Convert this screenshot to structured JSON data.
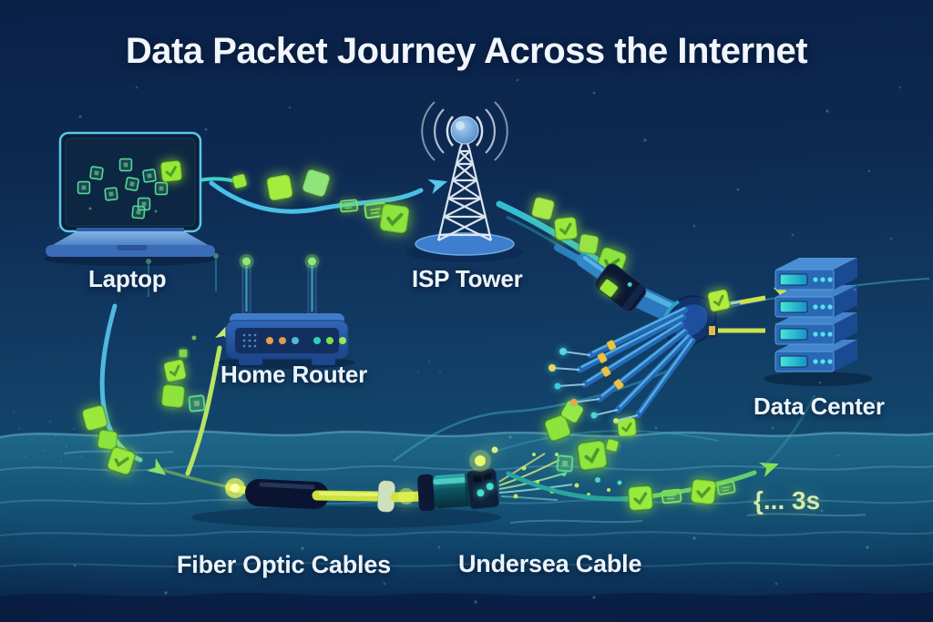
{
  "title": "Data Packet Journey Across the Internet",
  "labels": {
    "laptop": "Laptop",
    "isp_tower": "ISP Tower",
    "home_router": "Home Router",
    "data_center": "Data Center",
    "fiber_optic_cables": "Fiber Optic Cables",
    "undersea_cable": "Undersea Cable"
  },
  "annotations": {
    "latency": "{... 3s"
  },
  "colors": {
    "background_top": "#0a2148",
    "ocean_teal": "#17587a",
    "packet_green": "#9ae83c",
    "arrow_cyan": "#49c0e8",
    "arrow_yellow_green": "#cde24e",
    "device_blue": "#2a68b6",
    "title_text": "#f0f6fc"
  }
}
